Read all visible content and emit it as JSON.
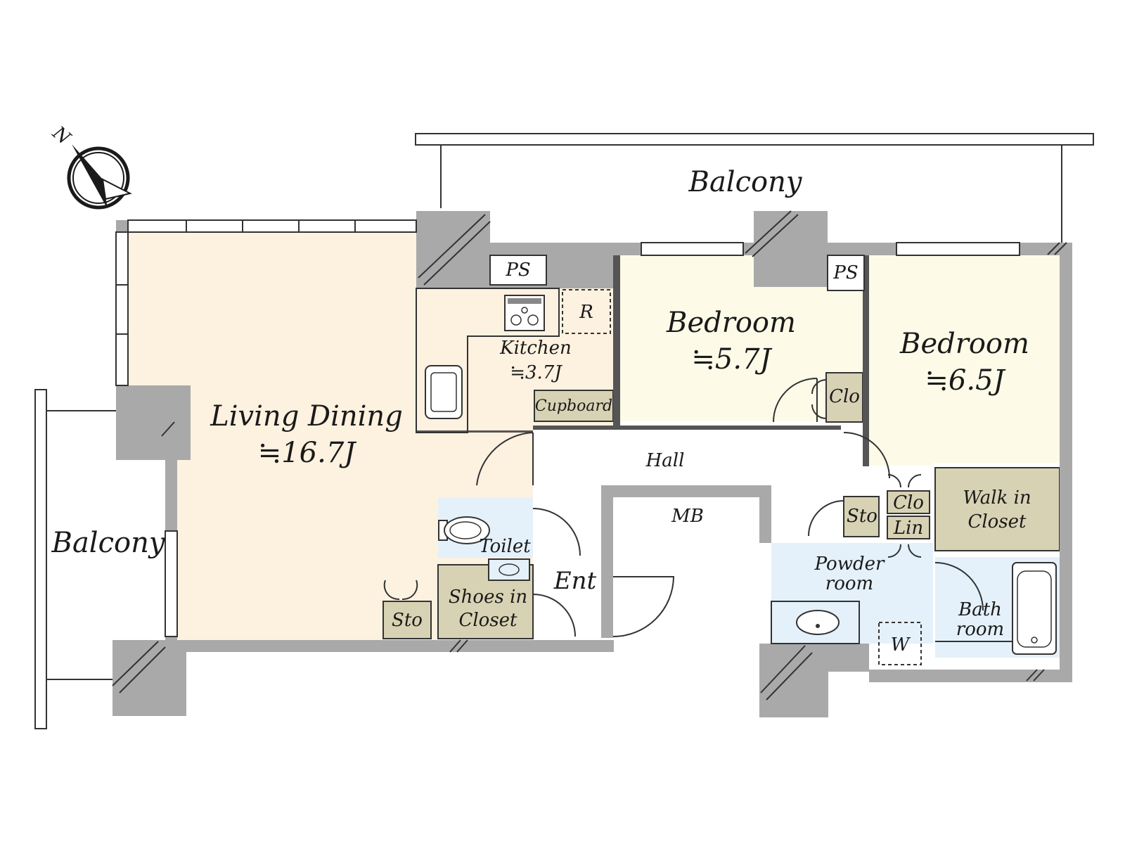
{
  "compass": {
    "north_label": "N"
  },
  "rooms": {
    "balcony_top": "Balcony",
    "balcony_left": "Balcony",
    "living_dining": "Living Dining",
    "living_dining_area": "≒16.7J",
    "kitchen": "Kitchen",
    "kitchen_area": "≒3.7J",
    "refrigerator": "R",
    "ps_left": "PS",
    "ps_right": "PS",
    "cupboard": "Cupboard",
    "bedroom1": "Bedroom",
    "bedroom1_area": "≒5.7J",
    "bedroom2": "Bedroom",
    "bedroom2_area": "≒6.5J",
    "clo_bedroom1": "Clo",
    "clo_small": "Clo",
    "lin": "Lin",
    "sto_hall": "Sto",
    "sto_living": "Sto",
    "walk_in_closet_1": "Walk in",
    "walk_in_closet_2": "Closet",
    "hall": "Hall",
    "mb": "MB",
    "toilet": "Toilet",
    "shoes_closet_1": "Shoes in",
    "shoes_closet_2": "Closet",
    "entrance": "Ent",
    "powder_room_1": "Powder",
    "powder_room_2": "room",
    "bath_room_1": "Bath",
    "bath_room_2": "room",
    "washer": "W"
  },
  "colors": {
    "living": "#fdf1e0",
    "bedroom": "#fdfbe8",
    "storage": "#d8d2b4",
    "wet": "#e4f1fa",
    "wall": "#a9a9a9"
  }
}
